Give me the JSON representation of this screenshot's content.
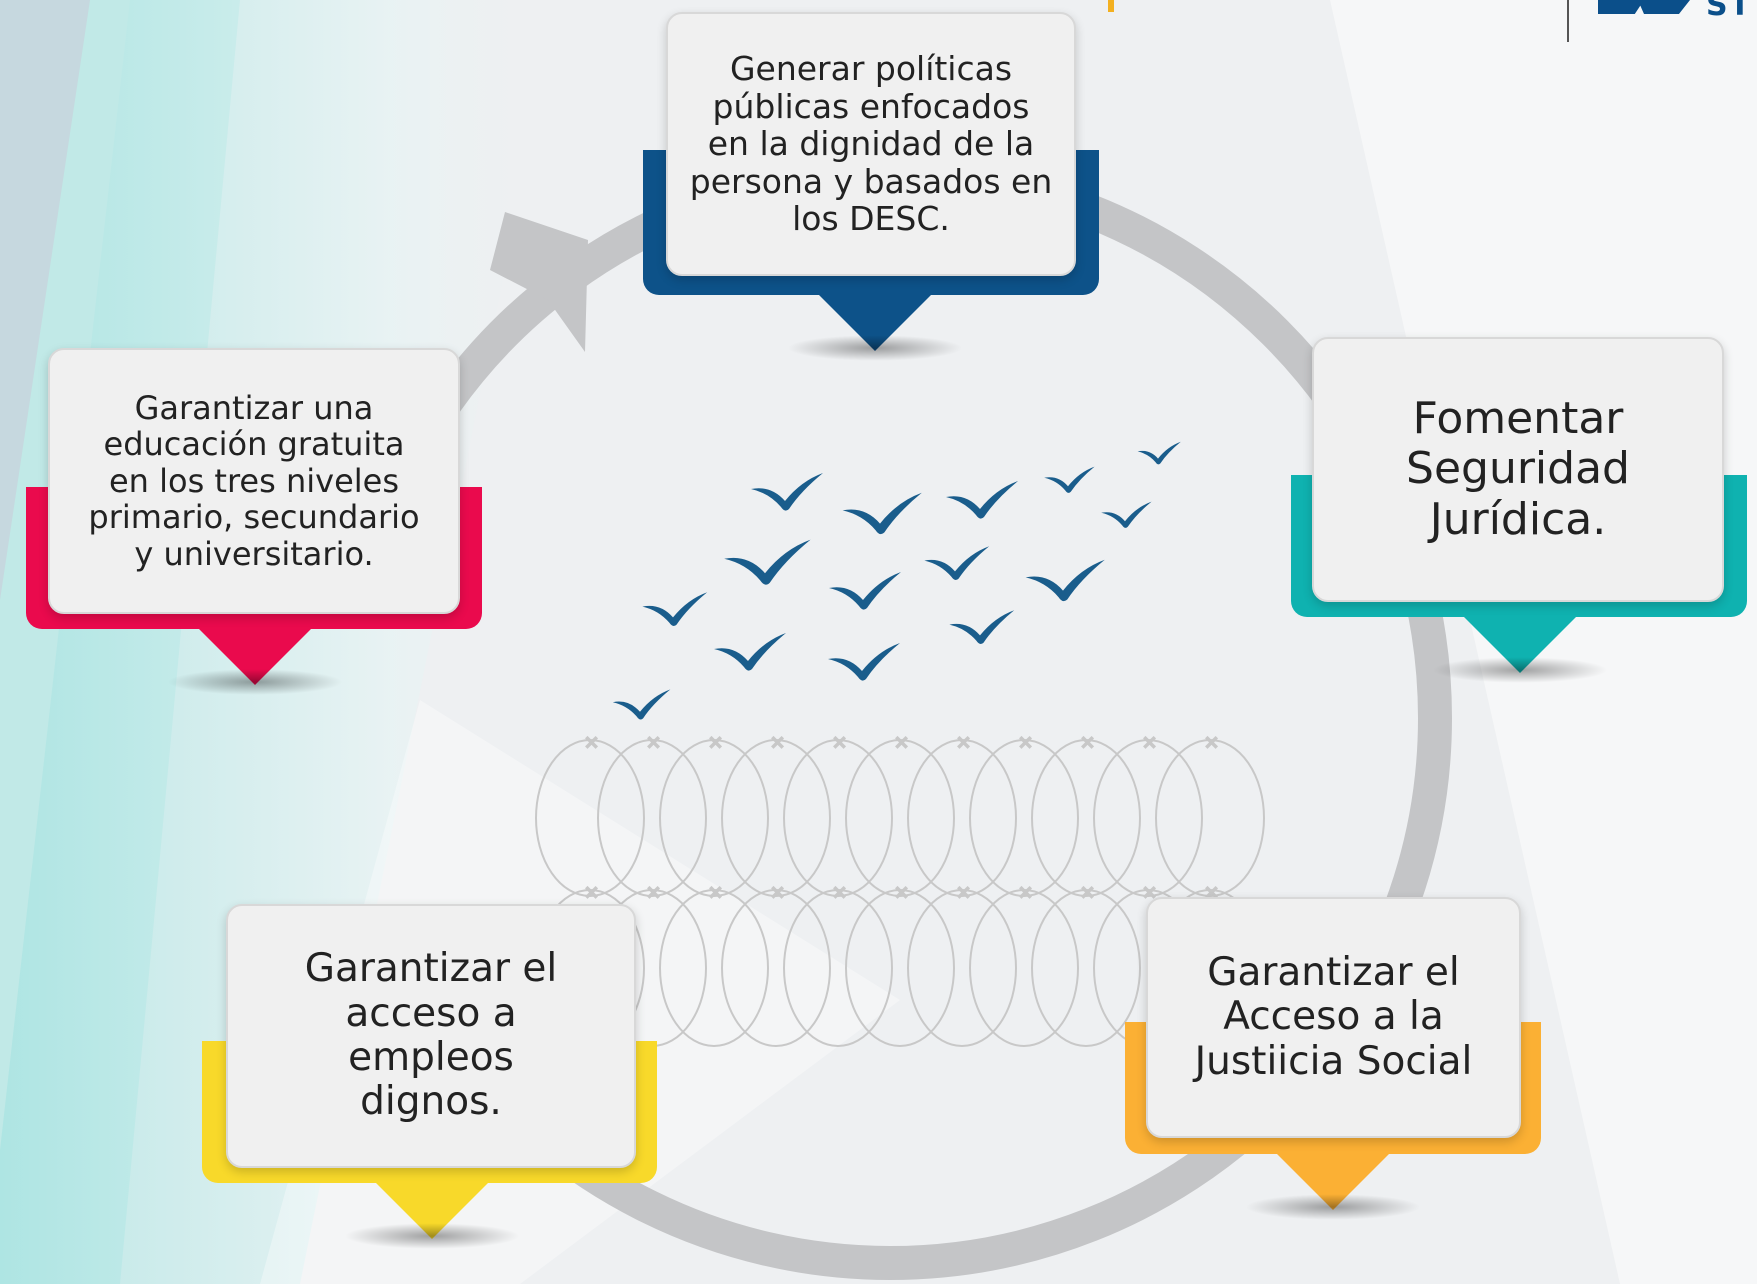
{
  "colors": {
    "background": "#eef0f2",
    "cycle_arrow": "#c4c5c7",
    "bird": "#1a5d8c",
    "wire": "#c8c8c8",
    "teal_wash": "#b8e8e6"
  },
  "logo": {
    "text": "ST",
    "color": "#0b4f8a"
  },
  "diagram": {
    "type": "cycle",
    "center_image": "birds-flying-over-razor-wire",
    "nodes": [
      {
        "id": "politicas",
        "text": "Generar políticas\npúblicas enfocados\nen la dignidad de la\npersona y basados en\nlos DESC.",
        "accent": "#0d5289"
      },
      {
        "id": "seguridad",
        "text": "Fomentar\nSeguridad\nJurídica.",
        "accent": "#0fb2b0"
      },
      {
        "id": "justicia",
        "text": "Garantizar el\nAcceso a la\nJustiicia Social",
        "accent": "#fbb034"
      },
      {
        "id": "empleos",
        "text": "Garantizar el\nacceso a\nempleos\ndignos.",
        "accent": "#f8d92a"
      },
      {
        "id": "educacion",
        "text": "Garantizar una\neducación gratuita\nen los tres niveles\nprimario, secundario\ny universitario.",
        "accent": "#ea0a4d"
      }
    ]
  }
}
